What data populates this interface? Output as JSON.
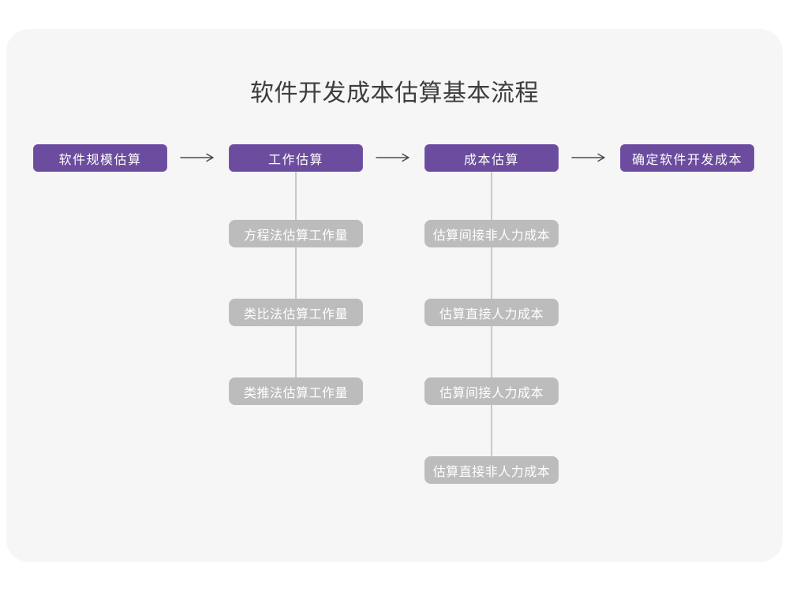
{
  "title": "软件开发成本估算基本流程",
  "colors": {
    "page-bg": "#ffffff",
    "card-bg": "#f6f6f7",
    "primary": "#6b4c9e",
    "primary-border": "#7b59ac",
    "secondary": "#bcbcbc",
    "connector": "#c9c9c9",
    "arrow": "#4a4a4a",
    "title-text": "#3d3d3d",
    "box-text": "#ffffff"
  },
  "flow": {
    "main_steps": [
      "软件规模估算",
      "工作估算",
      "成本估算",
      "确定软件开发成本"
    ],
    "effort_methods": [
      "方程法估算工作量",
      "类比法估算工作量",
      "类推法估算工作量"
    ],
    "cost_items": [
      "估算间接非人力成本",
      "估算直接人力成本",
      "估算间接人力成本",
      "估算直接非人力成本"
    ]
  }
}
